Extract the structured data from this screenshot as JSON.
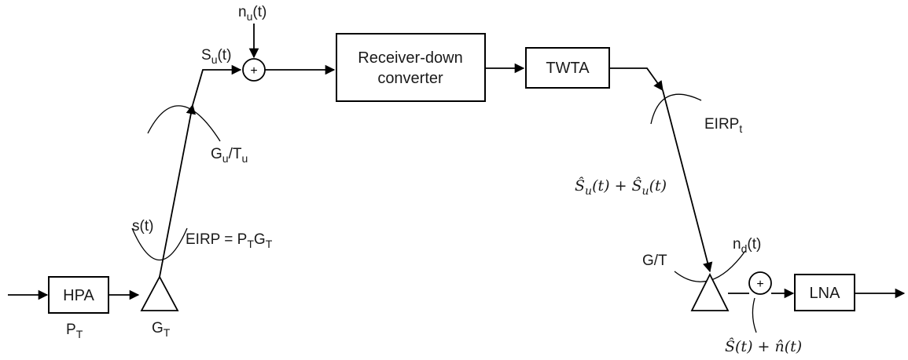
{
  "blocks": {
    "hpa": "HPA",
    "receiver_line1": "Receiver-down",
    "receiver_line2": "converter",
    "twta": "TWTA",
    "lna": "LNA"
  },
  "summing_junction_symbol": "+",
  "labels": {
    "pt": {
      "main": "P",
      "sub": "T"
    },
    "gt": {
      "main": "G",
      "sub": "T"
    },
    "st": "s(t)",
    "eirp": {
      "prefix": "EIRP = P",
      "sub1": "T",
      "mid": "G",
      "sub2": "T"
    },
    "gu_tu": {
      "g": "G",
      "sub1": "u",
      "slash": "/T",
      "sub2": "u"
    },
    "su_t": {
      "main": "S",
      "sub": "u",
      "tail": "(t)"
    },
    "nu_t": {
      "main": "n",
      "sub": "u",
      "tail": "(t)"
    },
    "eirp_t": {
      "main": "EIRP",
      "sub": "t"
    },
    "su_hat_sum": {
      "first": "Ŝ",
      "sub1": "u",
      "mid": "(t) + Ŝ",
      "sub2": "u",
      "tail": "(t)"
    },
    "g_over_t": "G/T",
    "nd_t": {
      "main": "n",
      "sub": "d",
      "tail": "(t)"
    },
    "s_hat_plus_n_hat": "Ŝ(t) + n̂(t)"
  }
}
